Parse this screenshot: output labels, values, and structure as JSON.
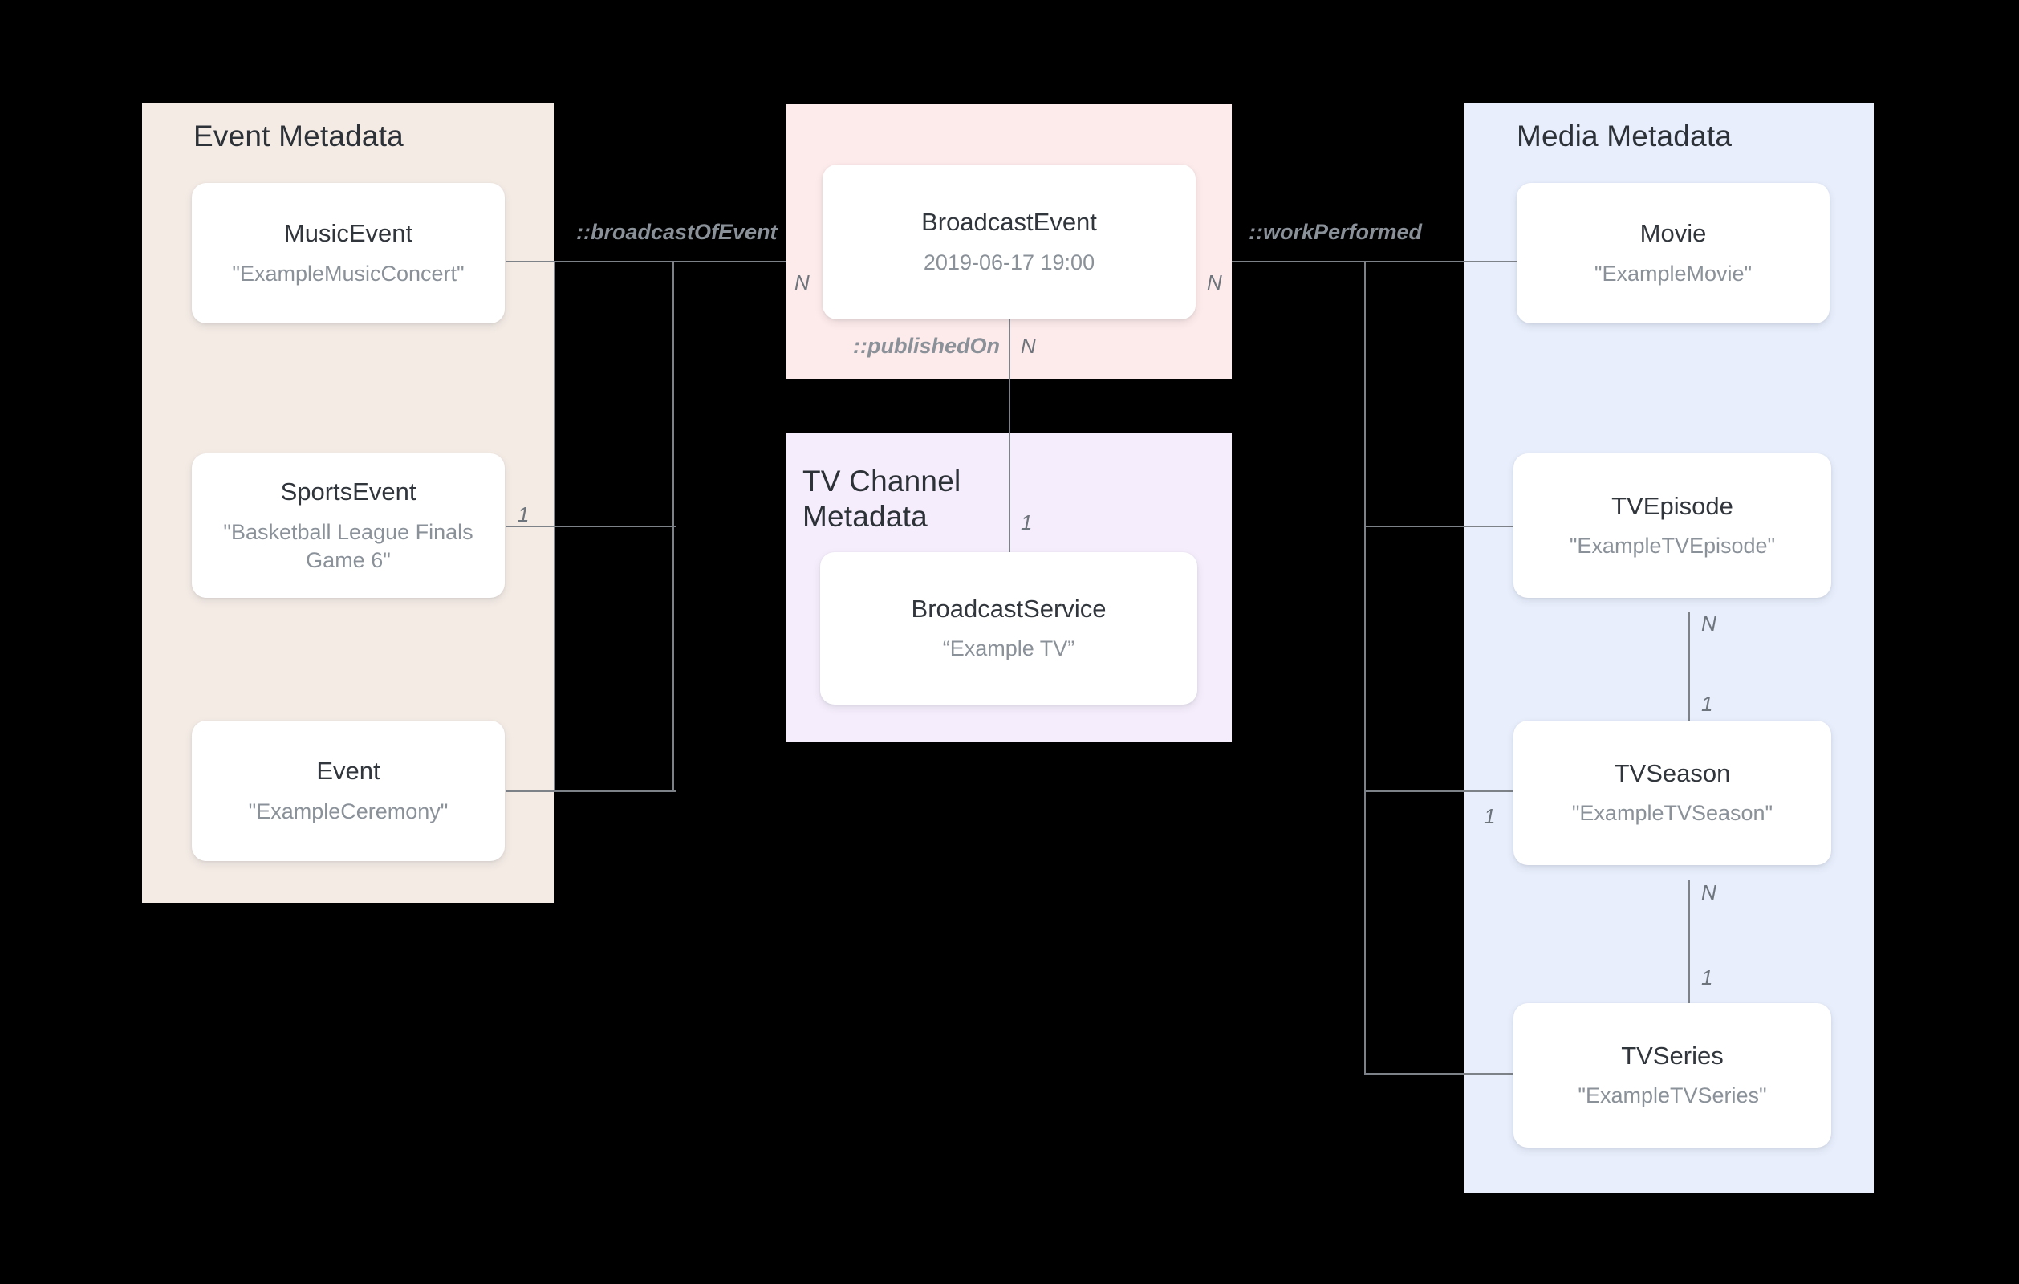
{
  "diagram": {
    "title_hidden": "",
    "background_color": "#000000",
    "edge_color": "#7d8288"
  },
  "groups": [
    {
      "id": "event-metadata",
      "title": "Event Metadata",
      "color": "#f4ebe5"
    },
    {
      "id": "broadcast-event-group",
      "title": "",
      "color": "#fdeaea"
    },
    {
      "id": "tv-channel-metadata",
      "title": "TV Channel\nMetadata",
      "color": "#f5edfb"
    },
    {
      "id": "media-metadata",
      "title": "Media Metadata",
      "color": "#e8eefc"
    }
  ],
  "nodes": [
    {
      "id": "music-event",
      "type": "MusicEvent",
      "value": "\"ExampleMusicConcert\""
    },
    {
      "id": "sports-event",
      "type": "SportsEvent",
      "value": "\"Basketball League Finals Game 6\""
    },
    {
      "id": "event",
      "type": "Event",
      "value": "\"ExampleCeremony\""
    },
    {
      "id": "broadcast-event",
      "type": "BroadcastEvent",
      "value": "2019-06-17 19:00"
    },
    {
      "id": "broadcast-service",
      "type": "BroadcastService",
      "value": "“Example TV”"
    },
    {
      "id": "movie",
      "type": "Movie",
      "value": "\"ExampleMovie\""
    },
    {
      "id": "tv-episode",
      "type": "TVEpisode",
      "value": "\"ExampleTVEpisode\""
    },
    {
      "id": "tv-season",
      "type": "TVSeason",
      "value": "\"ExampleTVSeason\""
    },
    {
      "id": "tv-series",
      "type": "TVSeries",
      "value": "\"ExampleTVSeries\""
    }
  ],
  "relations": [
    {
      "id": "broadcast-of-event",
      "label": "::broadcastOfEvent",
      "from": "broadcast-event",
      "to": "event-nodes",
      "from_card": "N",
      "to_card": "1"
    },
    {
      "id": "work-performed",
      "label": "::workPerformed",
      "from": "broadcast-event",
      "to": "media-nodes",
      "from_card": "N",
      "to_card": "1"
    },
    {
      "id": "published-on",
      "label": "::publishedOn",
      "from": "broadcast-event",
      "to": "broadcast-service",
      "from_card": "N",
      "to_card": "1"
    },
    {
      "id": "episode-season",
      "label": "",
      "from": "tv-episode",
      "to": "tv-season",
      "from_card": "N",
      "to_card": "1"
    },
    {
      "id": "season-series",
      "label": "",
      "from": "tv-season",
      "to": "tv-series",
      "from_card": "N",
      "to_card": "1"
    }
  ],
  "cardinality_marks": {
    "broadcast_event_left_n": "N",
    "broadcast_event_right_n": "N",
    "broadcast_event_down_n": "N",
    "sports_event_one": "1",
    "broadcast_service_one": "1",
    "tv_episode_n": "N",
    "tv_season_one_vert": "1",
    "tv_season_one_left": "1",
    "tv_season_n": "N",
    "tv_series_one": "1"
  }
}
